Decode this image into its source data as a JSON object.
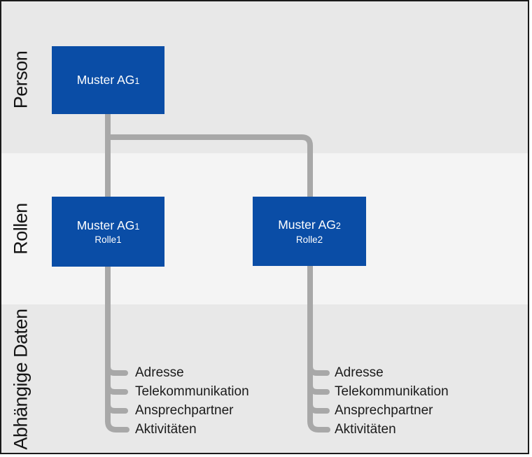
{
  "diagram": {
    "bands": [
      {
        "id": "person",
        "label": "Person"
      },
      {
        "id": "rollen",
        "label": "Rollen"
      },
      {
        "id": "daten",
        "label": "Abhängige Daten"
      }
    ],
    "nodes": {
      "person": {
        "title": "Muster AG",
        "sub": "1"
      },
      "role1": {
        "title": "Muster AG",
        "sub": "1",
        "subtitle": "Rolle1"
      },
      "role2": {
        "title": "Muster AG",
        "sub": "2",
        "subtitle": "Rolle2"
      }
    },
    "dependent_items": [
      "Adresse",
      "Telekommunikation",
      "Ansprechpartner",
      "Aktivitäten"
    ],
    "colors": {
      "node_blue": "#0a4da6",
      "connector_gray": "#a8a8a8",
      "band_light": "#f4f4f4",
      "band_dark": "#e8e8e8"
    }
  }
}
